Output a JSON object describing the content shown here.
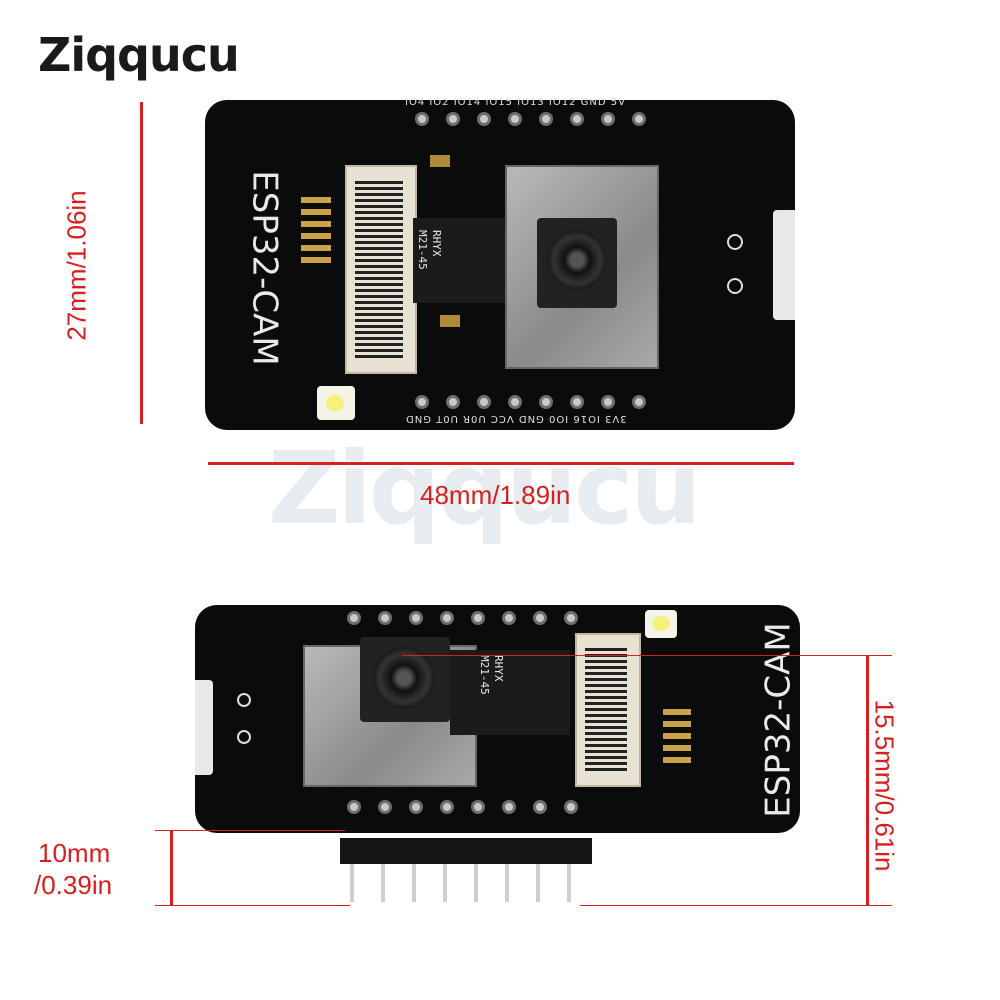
{
  "brand": {
    "logo": "Ziqqucu",
    "watermark": "Ziqqucu"
  },
  "colors": {
    "dimension": "#d81e1e",
    "board": "#0b0b0b",
    "accent": "#2aa7a0"
  },
  "top_board": {
    "label": "ESP32-CAM",
    "top_pins": "IO4 IO2 IO14 IO15 IO13 IO12 GND 5V",
    "bottom_pins": "3V3 IO16 IO0 GND VCC U0R U0T GND",
    "camera_text_1": "RHYX",
    "camera_text_2": "M21-45"
  },
  "bottom_board": {
    "label": "ESP32-CAM",
    "camera_text_1": "RHYX",
    "camera_text_2": "M21-45"
  },
  "dimensions": {
    "height": "27mm/1.06in",
    "width": "48mm/1.89in",
    "thickness": "15.5mm/0.61in",
    "pin_length_1": "10mm",
    "pin_length_2": "/0.39in"
  }
}
